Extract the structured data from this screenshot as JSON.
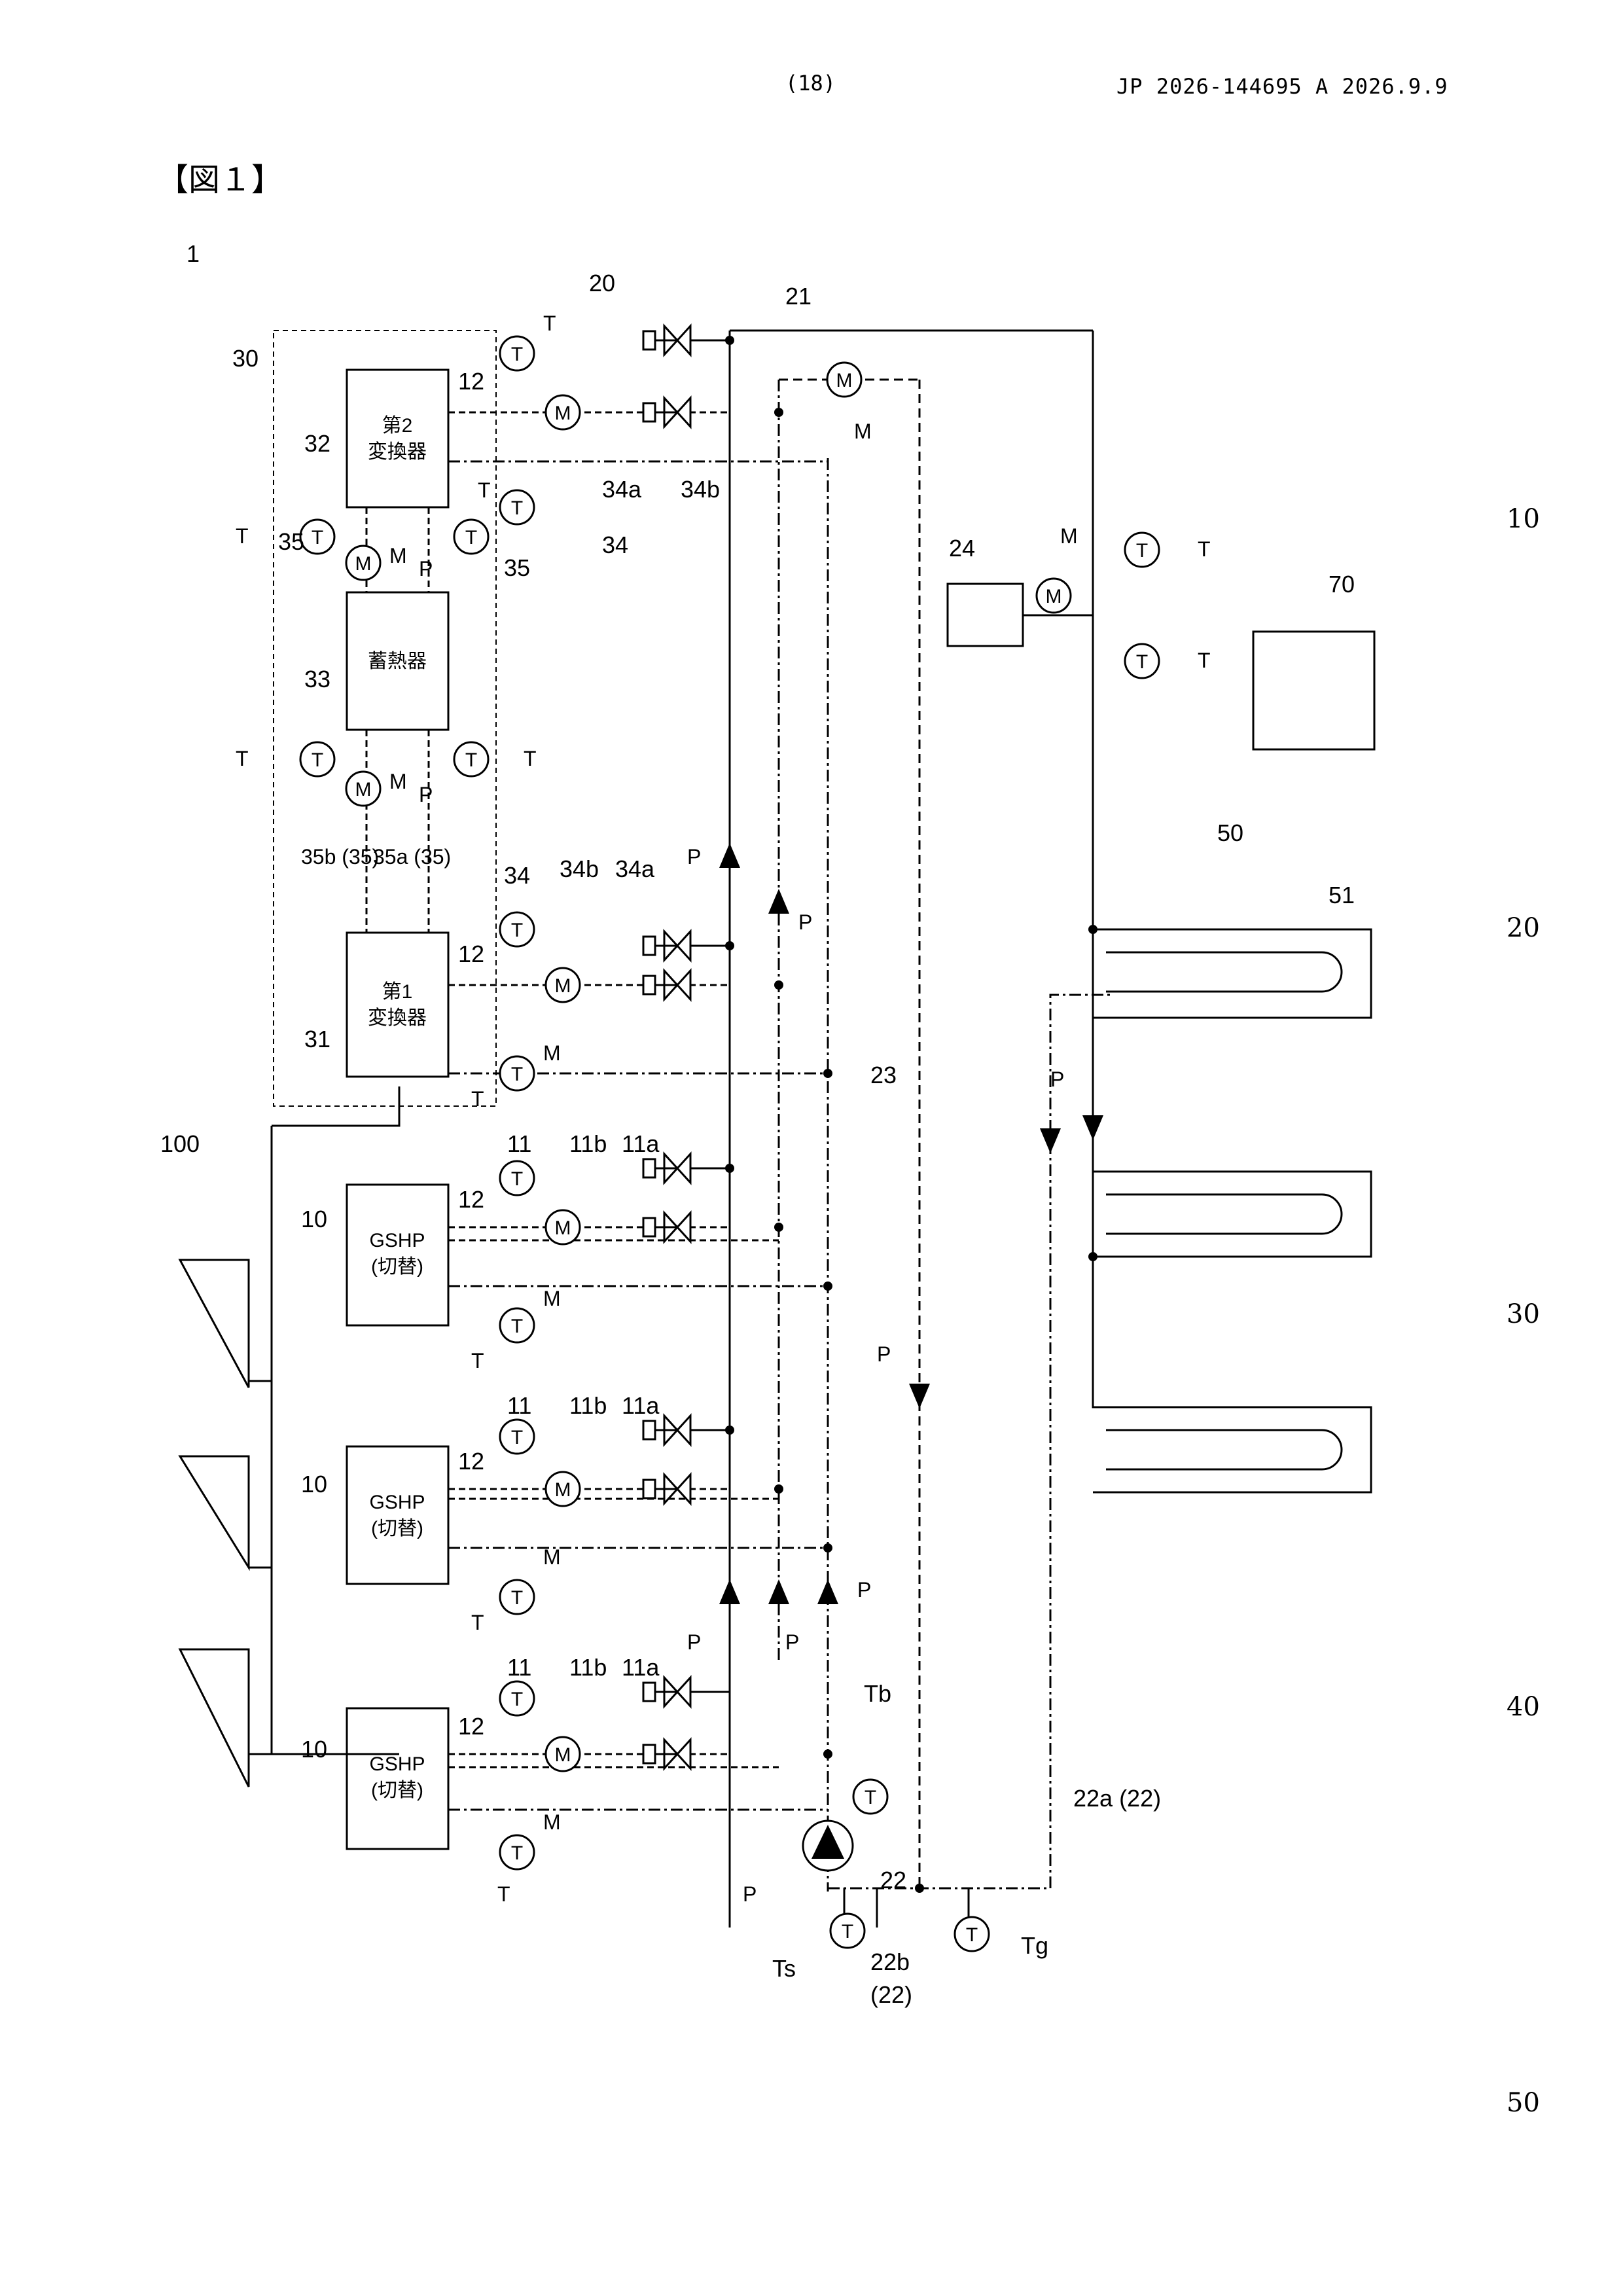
{
  "header": {
    "page_number": "(18)",
    "publication": "JP  2026-144695  A  2026.9.9"
  },
  "figure": {
    "title": "【図１】"
  },
  "line_numbers": [
    "10",
    "20",
    "30",
    "40",
    "50"
  ],
  "diagram": {
    "labels": {
      "system": "1",
      "solar_group": "100",
      "gshp_ref": "10",
      "gshp_line1": "GSHP",
      "gshp_line2": "(切替)",
      "valve_group_11": "11",
      "valve_11a": "11a",
      "valve_11b": "11b",
      "line_12": "12",
      "heat_unit": "30",
      "ex1_ref": "31",
      "ex1_line1": "第1",
      "ex1_line2": "変換器",
      "ex2_ref": "32",
      "ex2_line1": "第2",
      "ex2_line2": "変換器",
      "storage_ref": "33",
      "storage_text": "蓄熱器",
      "valve_group_34": "34",
      "valve_34a": "34a",
      "valve_34b": "34b",
      "line_35": "35",
      "line_35a": "35a (35)",
      "line_35b": "35b (35)",
      "valves_20": "20",
      "line_21": "21",
      "line_22": "22",
      "line_22a": "22a (22)",
      "line_22b": "22b",
      "line_22b_ref": "(22)",
      "line_23": "23",
      "tank_24": "24",
      "borehole_group": "50",
      "borehole_51": "51",
      "box_70": "70",
      "sensor_t": "T",
      "sensor_tb": "Tb",
      "sensor_ts": "Ts",
      "sensor_tg": "Tg",
      "pump_p": "P",
      "meter_m": "M",
      "circle_t": "T",
      "circle_m": "M"
    }
  }
}
